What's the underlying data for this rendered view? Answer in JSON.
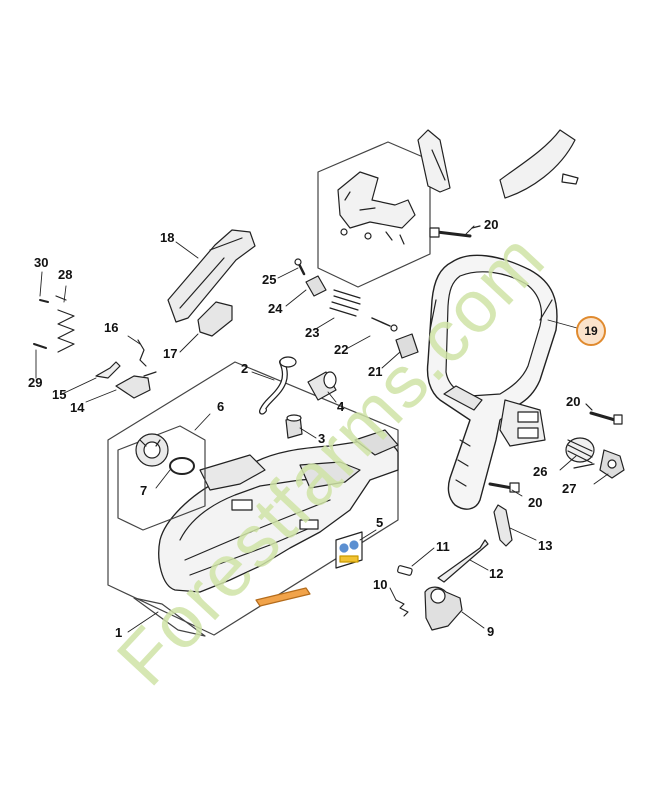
{
  "diagram": {
    "highlight_color": "#e08a2e",
    "highlight_fill": "#fbe3cb",
    "line_color": "#222222",
    "watermark_color": "#cfe3a6",
    "watermark_accent": "#f4c59a",
    "watermark_text": "Forestfarms.com",
    "highlighted_part": "19",
    "parts": {
      "p1": "1",
      "p2": "2",
      "p3": "3",
      "p4": "4",
      "p5": "5",
      "p6": "6",
      "p7": "7",
      "p9": "9",
      "p10": "10",
      "p11": "11",
      "p12": "12",
      "p13": "13",
      "p14": "14",
      "p15": "15",
      "p16": "16",
      "p17": "17",
      "p18": "18",
      "p20a": "20",
      "p20b": "20",
      "p20c": "20",
      "p21": "21",
      "p22": "22",
      "p23": "23",
      "p24": "24",
      "p25": "25",
      "p26": "26",
      "p27": "27",
      "p28": "28",
      "p29": "29",
      "p30": "30"
    }
  }
}
